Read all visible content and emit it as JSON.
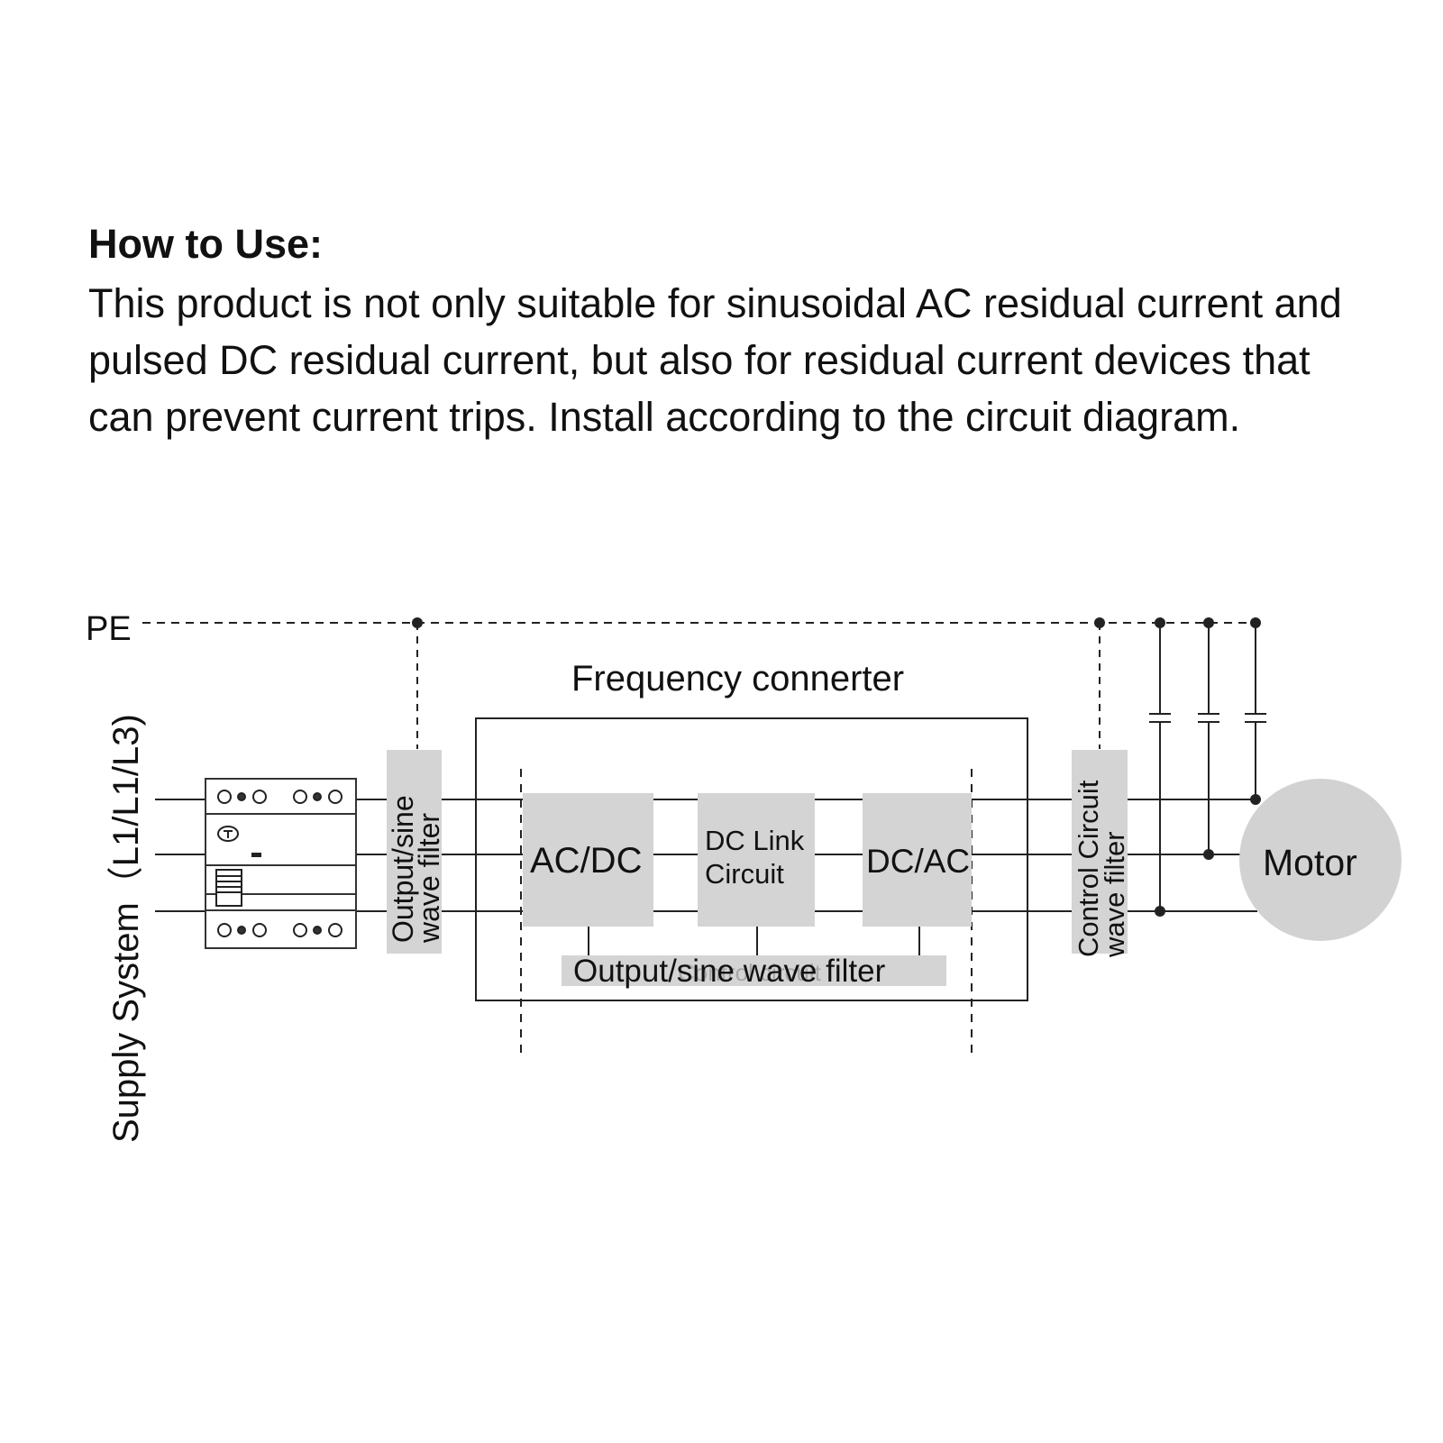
{
  "heading": "How to Use:",
  "description": "This product is not only suitable for sinusoidal AC residual current and pulsed DC residual current, but also for residual current devices that can prevent current trips. Install according to the circuit diagram.",
  "diagram": {
    "pe_label": "PE",
    "supply_label": "Supply System（L1/L1/L3)",
    "input_filter_line1": "Output/sine",
    "input_filter_line2": "wave filter",
    "converter_title": "Frequency connerter",
    "acdc_label": "AC/DC",
    "dc_link_line1": "DC Link",
    "dc_link_line2": "Circuit",
    "dcac_label": "DC/AC",
    "bottom_filter_label": "Output/sine wave filter",
    "bottom_ghost_label": "Control circuit",
    "output_filter_line1": "Control Circuit",
    "output_filter_line2": "wave filter",
    "motor_label": "Motor"
  },
  "colors": {
    "block_fill": "#d4d4d4",
    "motor_fill": "#d2d2d2",
    "line": "#222222"
  }
}
